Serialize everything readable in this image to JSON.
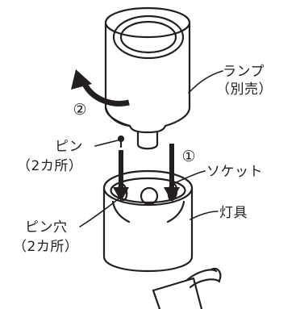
{
  "labels": {
    "lamp": "ランプ",
    "lamp_note": "（別売）",
    "pin": "ピン",
    "pin_count": "（2カ所）",
    "socket": "ソケット",
    "fixture": "灯具",
    "pin_hole": "ピン穴",
    "pin_hole_count": "（2カ所）"
  },
  "steps": {
    "step1": "①",
    "step2": "②"
  }
}
